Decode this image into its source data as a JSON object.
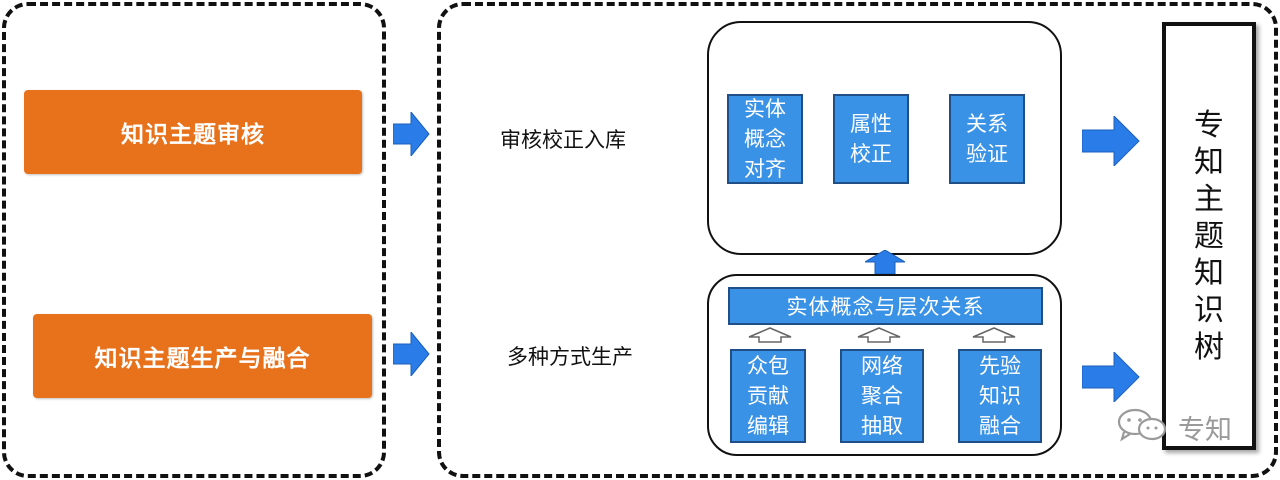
{
  "left_panel": {
    "review_box": "知识主题审核",
    "production_box": "知识主题生产与融合"
  },
  "middle_panel": {
    "review_label": "审核校正入库",
    "production_label": "多种方式生产",
    "review_tiles": [
      "实体\n概念\n对齐",
      "属性\n校正",
      "关系\n验证"
    ],
    "layer_bar": "实体概念与层次关系",
    "production_tiles": [
      "众包\n贡献\n编辑",
      "网络\n聚合\n抽取",
      "先验\n知识\n融合"
    ]
  },
  "tree_box": {
    "chars": [
      "专",
      "知",
      "主",
      "题",
      "知",
      "识",
      "树"
    ]
  },
  "watermark": {
    "text": "专知",
    "icon": "wechat-icon"
  },
  "colors": {
    "orange": "#e8711c",
    "tile_blue": "#3a92e6",
    "arrow_blue": "#2a7de8",
    "outline": "#111111"
  }
}
